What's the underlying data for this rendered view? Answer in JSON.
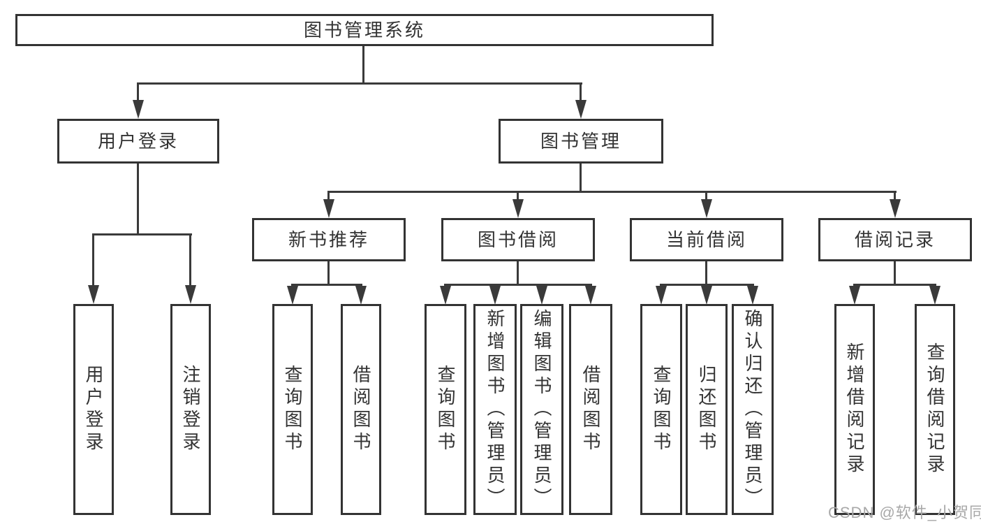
{
  "nodes": {
    "root": "图书管理系统",
    "l2_user_login": "用户登录",
    "l2_book_mgmt": "图书管理",
    "l3_new_book_rec": "新书推荐",
    "l3_book_borrow": "图书借阅",
    "l3_current_borrow": "当前借阅",
    "l3_borrow_record": "借阅记录",
    "leaf_user_login": "用户登录",
    "leaf_logout_login": "注销登录",
    "leaf_nb_query_book": "查询图书",
    "leaf_nb_borrow_book": "借阅图书",
    "leaf_bb_query_book": "查询图书",
    "leaf_bb_add_book": "新增图书（管理员）",
    "leaf_bb_edit_book": "编辑图书（管理员）",
    "leaf_bb_borrow_book": "借阅图书",
    "leaf_cb_query_book": "查询图书",
    "leaf_cb_return_book": "归还图书",
    "leaf_cb_confirm_return": "确认归还（管理员）",
    "leaf_br_add_record": "新增借阅记录",
    "leaf_br_query_record": "查询借阅记录"
  },
  "watermark": "CSDN @软件_小贺同学",
  "colors": {
    "line": "#3a3a3a",
    "border": "#333333",
    "text": "#333333",
    "watermark": "#a8a8a8",
    "background": "#ffffff"
  }
}
